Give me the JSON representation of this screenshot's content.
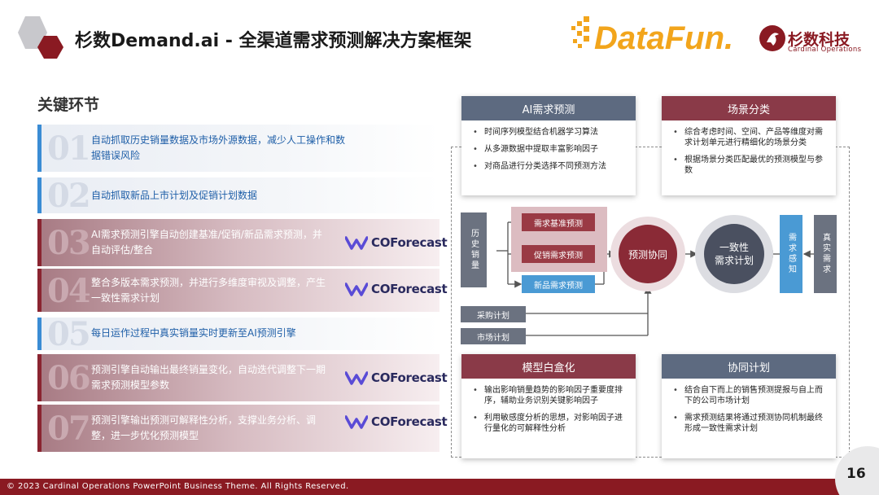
{
  "header": {
    "title": "杉数Demand.ai - 全渠道需求预测解决方案框架",
    "logo_datafun": "DataFun.",
    "logo_cardinal_cn": "杉数科技",
    "logo_cardinal_en": "Cardinal Operations"
  },
  "left": {
    "title": "关键环节",
    "coforecast_label": "COForecast",
    "steps": [
      {
        "num": "01",
        "text": "自动抓取历史销量数据及市场外源数据，减少人工操作和数据错误风险"
      },
      {
        "num": "02",
        "text": "自动抓取新品上市计划及促销计划数据"
      },
      {
        "num": "03",
        "text": "AI需求预测引擎自动创建基准/促销/新品需求预测，并自动评估/整合"
      },
      {
        "num": "04",
        "text": "整合多版本需求预测，并进行多维度审视及调整，产生一致性需求计划"
      },
      {
        "num": "05",
        "text": "每日运作过程中真实销量实时更新至AI预测引擎"
      },
      {
        "num": "06",
        "text": "预测引擎自动输出最终销量变化，自动迭代调整下一期需求预测模型参数"
      },
      {
        "num": "07",
        "text": "预测引擎输出预测可解释性分析，支撑业务分析、调整，进一步优化预测模型"
      }
    ]
  },
  "diagram": {
    "ai_card": {
      "title": "AI需求预测",
      "items": [
        "时间序列模型结合机器学习算法",
        "从多源数据中提取丰富影响因子",
        "对商品进行分类选择不同预测方法"
      ]
    },
    "scene_card": {
      "title": "场景分类",
      "items": [
        "综合考虑时间、空间、产品等维度对需求计划单元进行精细化的场景分类",
        "根据场景分类匹配最优的预测模型与参数"
      ]
    },
    "model_card": {
      "title": "模型白盒化",
      "items": [
        "输出影响销量趋势的影响因子重要度排序，辅助业务识别关键影响因子",
        "利用敏感度分析的思想，对影响因子进行量化的可解释性分析"
      ]
    },
    "collab_card": {
      "title": "协同计划",
      "items": [
        "结合自下而上的销售预测提报与自上而下的公司市场计划",
        "需求预测结果将通过预测协同机制最终形成一致性需求计划"
      ]
    },
    "flow": {
      "history_sales": "历史销量",
      "baseline": "需求基准预测",
      "promo": "促销需求预测",
      "new_product": "新品需求预测",
      "collab_forecast": "预测协同",
      "consensus_line1": "一致性",
      "consensus_line2": "需求计划",
      "demand_sensing": "需求感知",
      "real_demand": "真实需求",
      "purchase_plan": "采购计划",
      "market_plan": "市场计划"
    }
  },
  "footer": {
    "copyright": "© 2023 Cardinal Operations PowerPoint Business Theme. All Rights Reserved.",
    "page": "16"
  },
  "colors": {
    "brand_red": "#8a1a22",
    "step_blue": "#3a8cd4",
    "card_slate": "#5d6a80",
    "flow_red": "#9a3a44",
    "flow_blue": "#4a9ad4",
    "flow_gray": "#6b7280"
  }
}
